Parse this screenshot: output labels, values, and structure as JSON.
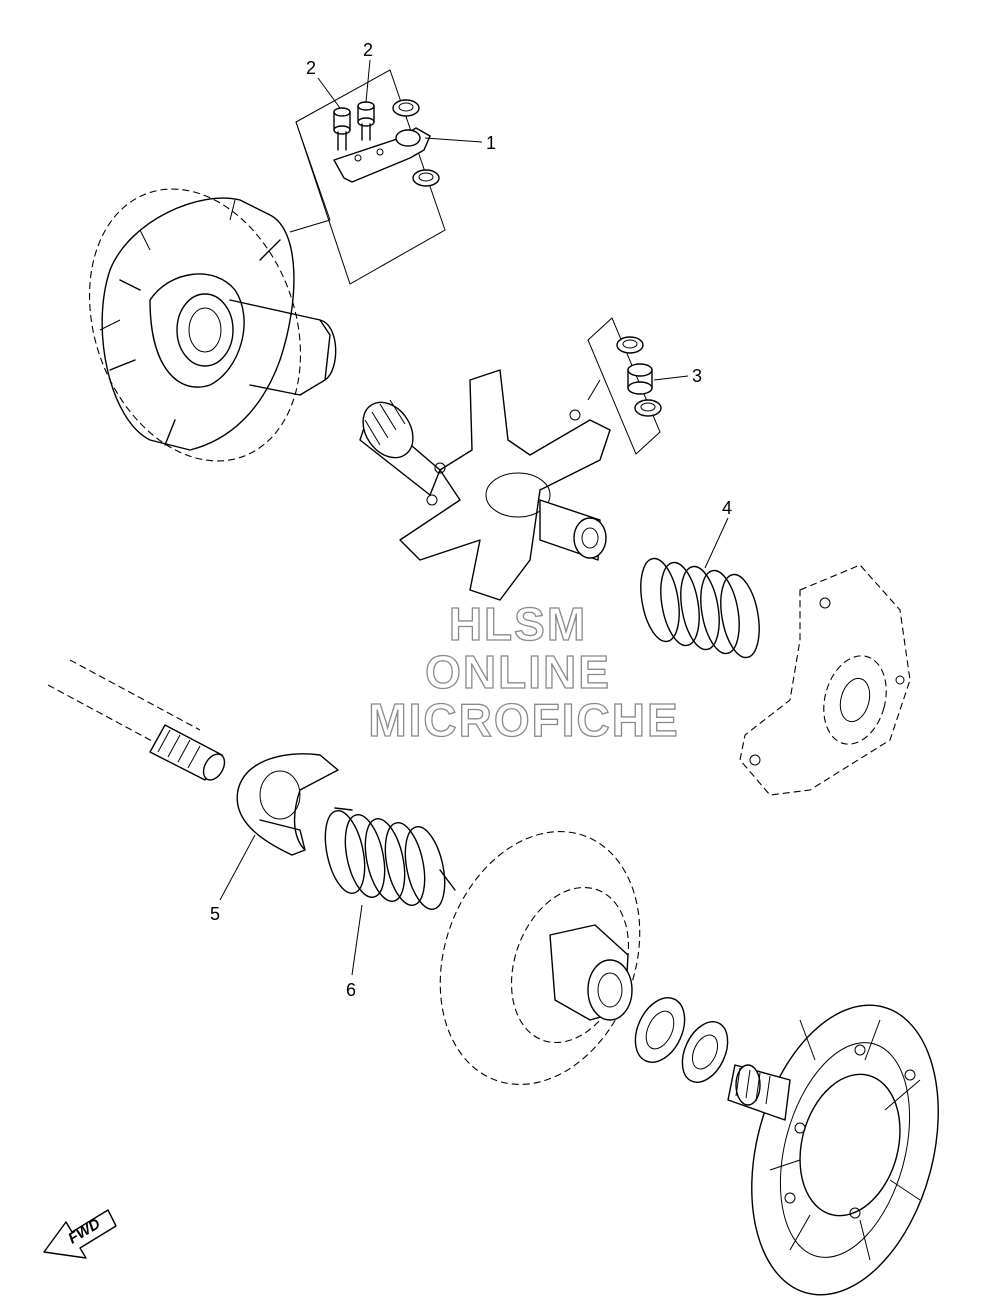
{
  "diagram": {
    "callouts": [
      {
        "id": "2a",
        "text": "2"
      },
      {
        "id": "2b",
        "text": "2"
      },
      {
        "id": "1",
        "text": "1"
      },
      {
        "id": "3",
        "text": "3"
      },
      {
        "id": "4",
        "text": "4"
      },
      {
        "id": "5",
        "text": "5"
      },
      {
        "id": "6",
        "text": "6"
      }
    ],
    "direction_marker": "FWD"
  },
  "watermark": {
    "line1": "HLSM",
    "line2": "ONLINE",
    "line3": "MICROFICHE",
    "color": "#8a8a8a"
  },
  "colors": {
    "ink": "#000000",
    "paper": "#ffffff"
  }
}
